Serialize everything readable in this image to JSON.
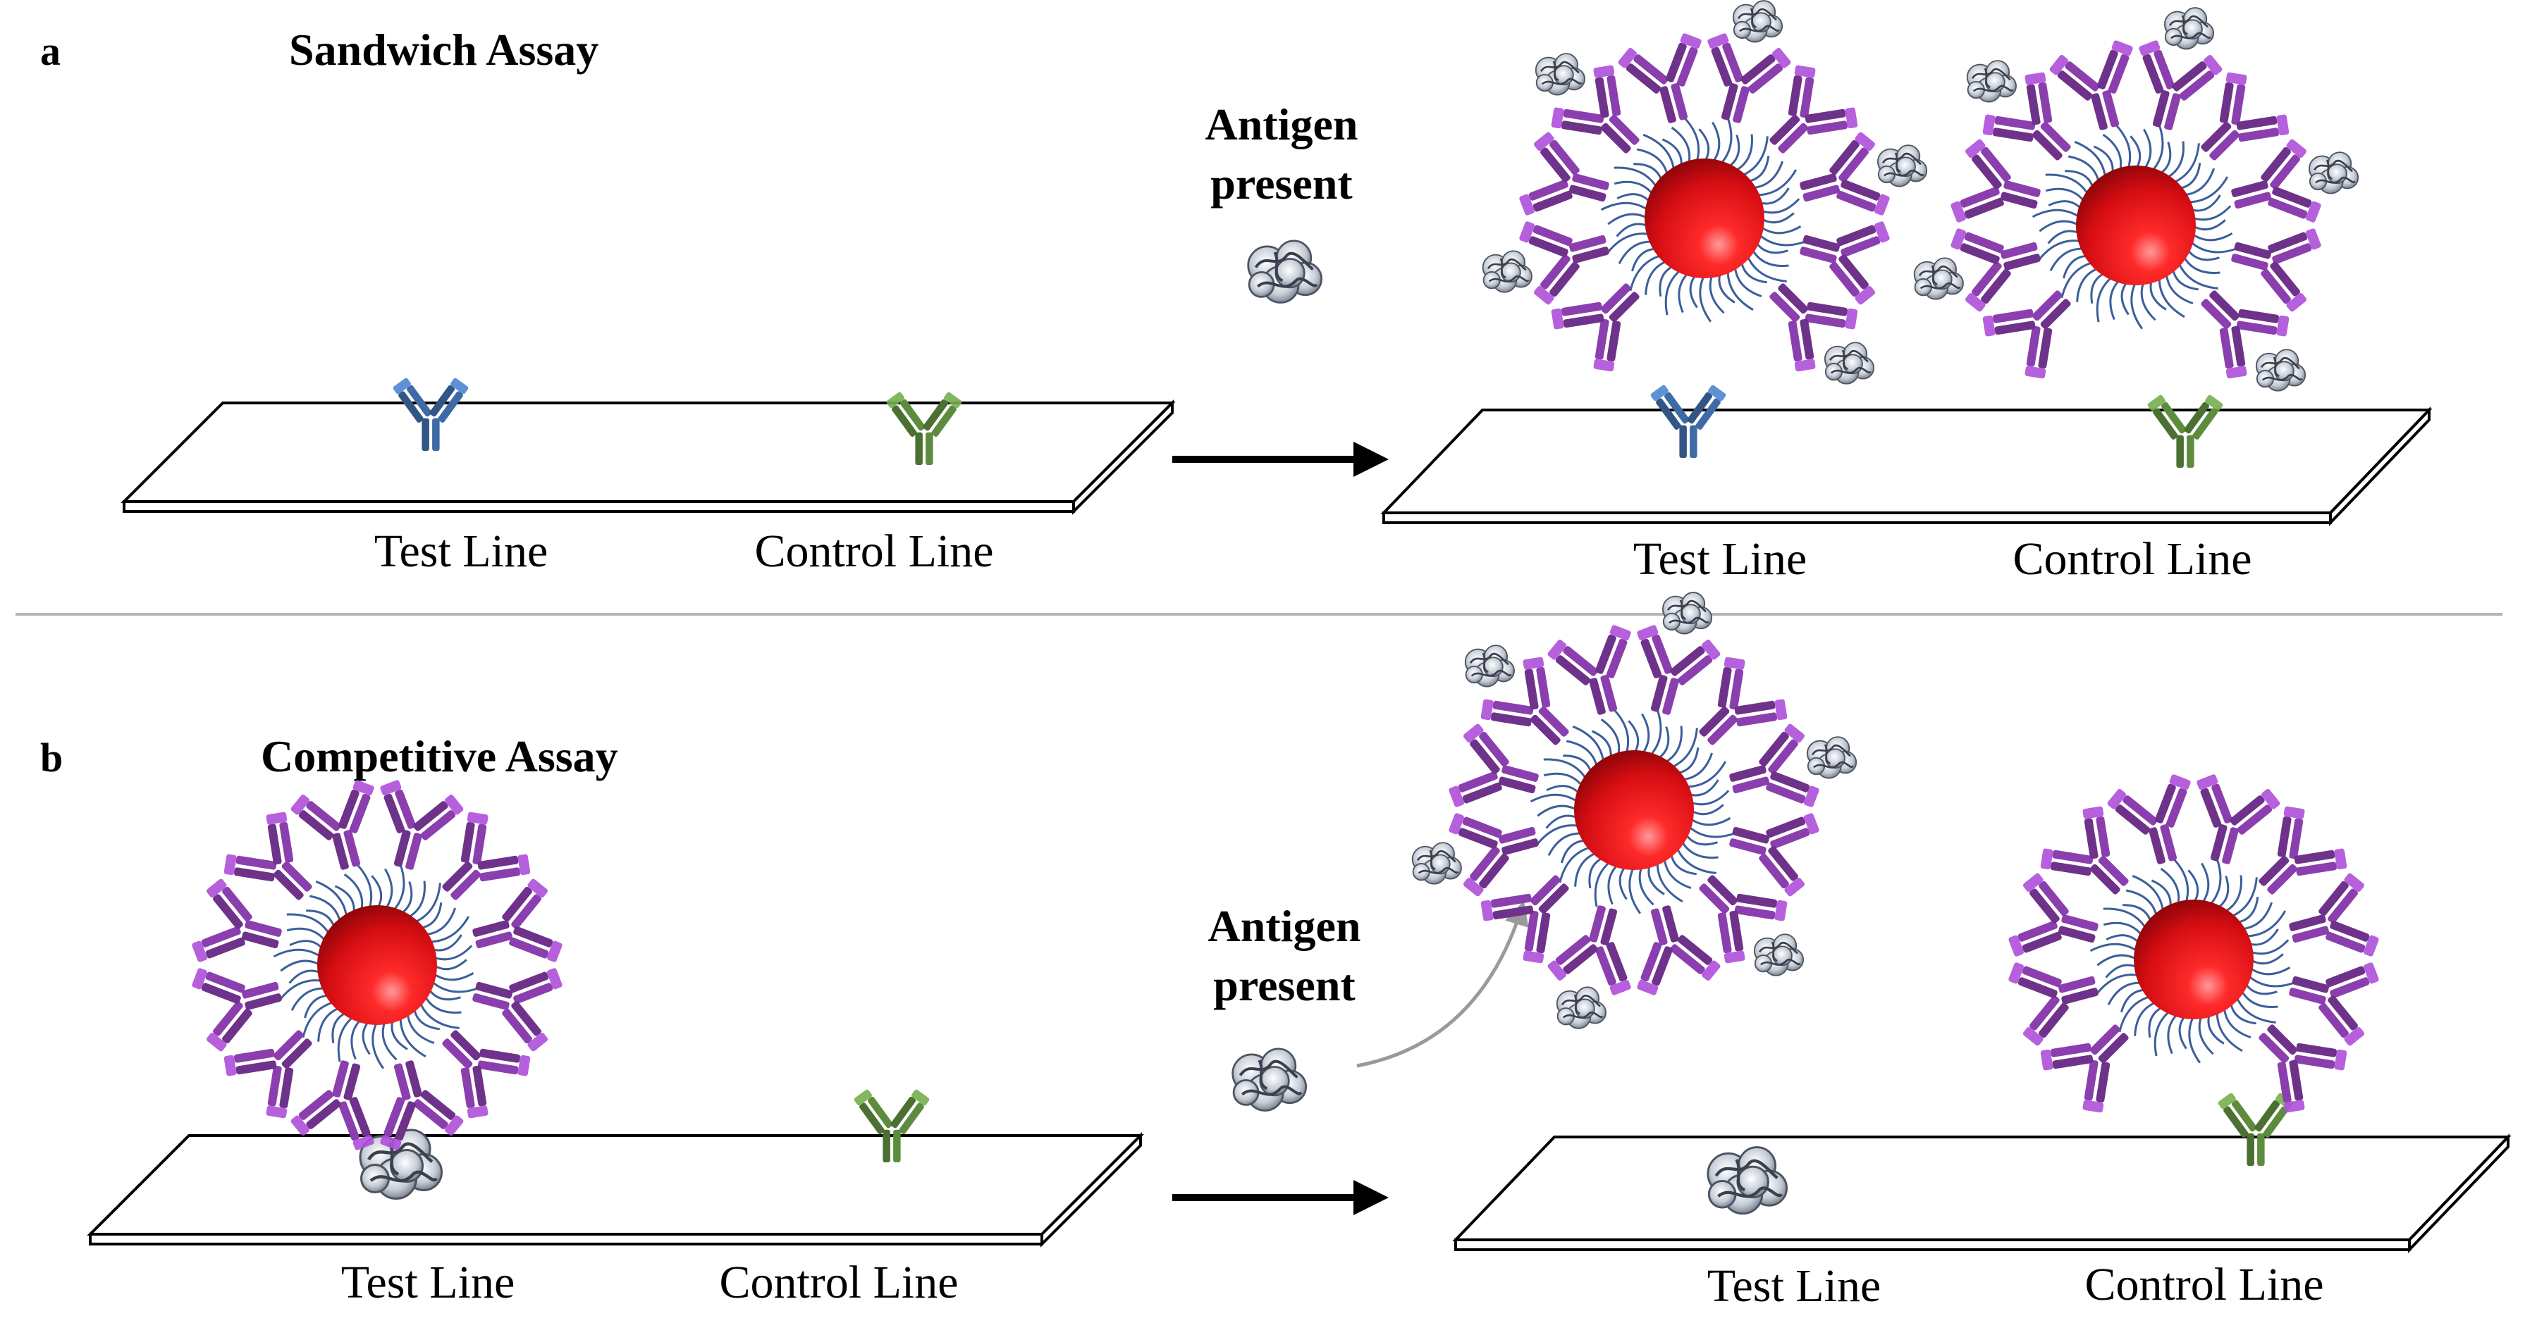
{
  "panels": [
    {
      "letter": "a",
      "title": "Sandwich Assay",
      "antigen_label_line1": "Antigen",
      "antigen_label_line2": "present",
      "before": {
        "test_label": "Test Line",
        "control_label": "Control Line"
      },
      "after": {
        "test_label": "Test Line",
        "control_label": "Control Line"
      }
    },
    {
      "letter": "b",
      "title": "Competitive Assay",
      "antigen_label_line1": "Antigen",
      "antigen_label_line2": "present",
      "before": {
        "test_label": "Test Line",
        "control_label": "Control Line"
      },
      "after": {
        "test_label": "Test Line",
        "control_label": "Control Line"
      }
    }
  ],
  "colors": {
    "detection_antibody": "#8b3fae",
    "test_capture_antibody": "#3e6aa6",
    "control_capture_antibody": "#5e8c3e",
    "nanoparticle": "#e0141b",
    "polymer_coating": "#3b5f9a",
    "antigen": "#b8c0cc",
    "divider": "#b5b5b5"
  }
}
